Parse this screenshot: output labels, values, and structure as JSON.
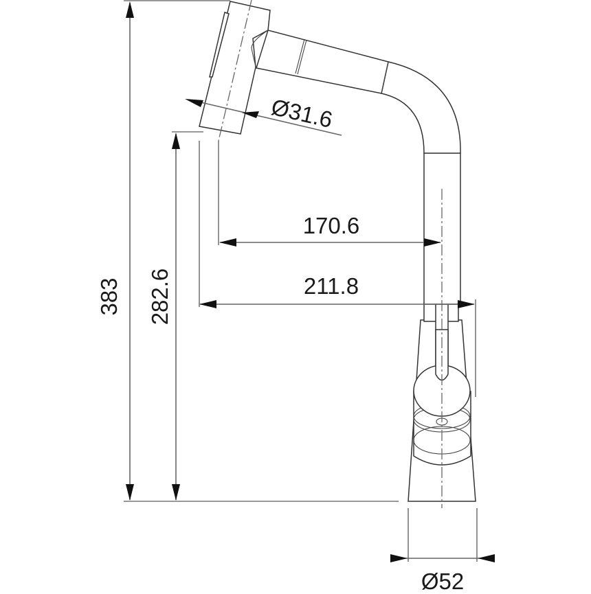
{
  "drawing": {
    "subject": "pull-out kitchen faucet side elevation",
    "units": "mm",
    "dimensions": {
      "total_height": "383",
      "spout_outlet_height": "282.6",
      "spray_head_diameter": "Ø31.6",
      "spout_reach_center": "170.6",
      "spout_reach_total": "211.8",
      "base_diameter": "Ø52"
    }
  }
}
